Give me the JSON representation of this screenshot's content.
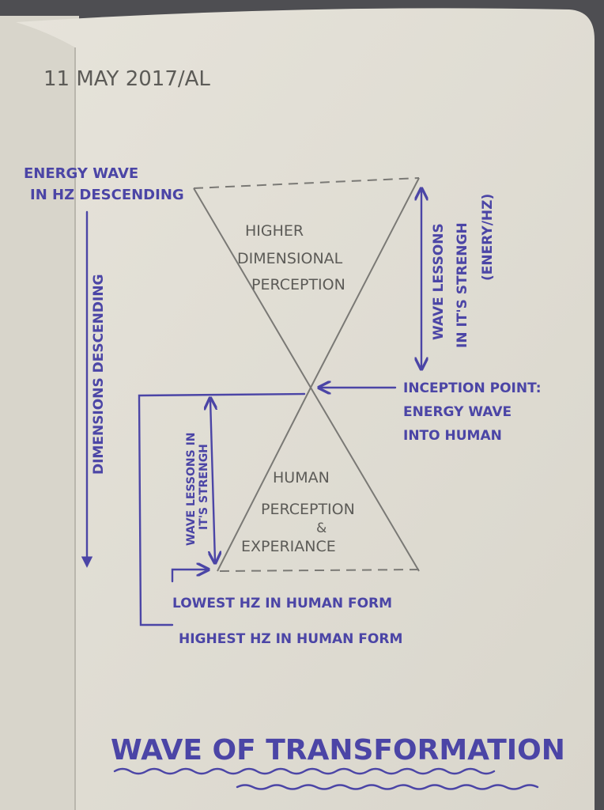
{
  "date": "11 MAY 2017/AL",
  "left_label": {
    "line1": "ENERGY WAVE",
    "line2": "IN HZ DESCENDING"
  },
  "vertical_label": "DIMENSIONS DESCENDING",
  "upper_triangle": {
    "line1": "HIGHER",
    "line2": "DIMENSIONAL",
    "line3": "PERCEPTION"
  },
  "right_arrow_label": {
    "line1": "WAVE LESSONS",
    "line2": "IN IT'S STRENGH",
    "line3": "(ENERY/HZ)"
  },
  "inception": {
    "line1": "INCEPTION POINT:",
    "line2": "ENERGY WAVE",
    "line3": "INTO HUMAN"
  },
  "left_arrow_label": {
    "line1": "WAVE LESSONS IN",
    "line2": "IT'S STRENGH"
  },
  "lower_triangle": {
    "line1": "HUMAN",
    "line2": "PERCEPTION",
    "line3": "&",
    "line4": "EXPERIANCE"
  },
  "lowest": "LOWEST HZ IN HUMAN FORM",
  "highest": "HIGHEST HZ IN HUMAN FORM",
  "title": "WAVE OF TRANSFORMATION",
  "colors": {
    "ink": "#4b45a6",
    "pencil": "#7a7975",
    "paper": "#e3e0d6"
  }
}
